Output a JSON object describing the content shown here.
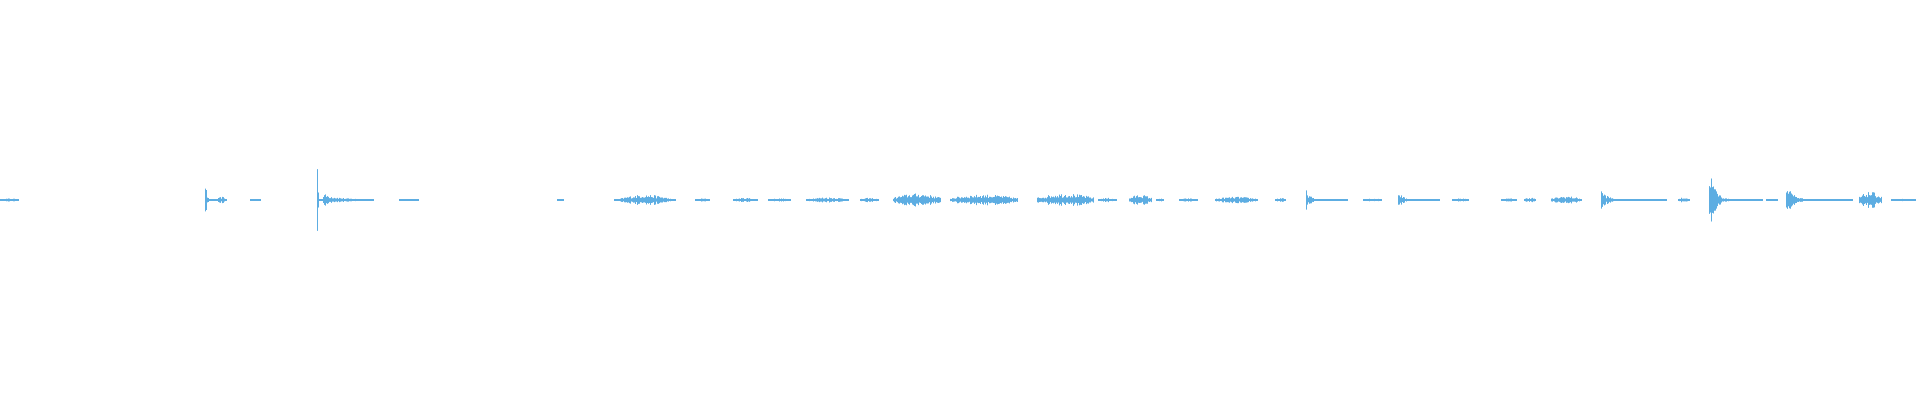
{
  "waveform": {
    "color": "#5dade2",
    "background": "#ffffff",
    "segments": [
      {
        "start": 0.0,
        "end": 0.01,
        "amp": 0.03
      },
      {
        "start": 0.107,
        "end": 0.113,
        "amp": 0.45,
        "transient": true
      },
      {
        "start": 0.113,
        "end": 0.118,
        "amp": 0.06
      },
      {
        "start": 0.13,
        "end": 0.136,
        "amp": 0.02
      },
      {
        "start": 0.165,
        "end": 0.168,
        "amp": 1.0,
        "transient": true
      },
      {
        "start": 0.168,
        "end": 0.195,
        "amp": 0.12,
        "decay": true
      },
      {
        "start": 0.208,
        "end": 0.218,
        "amp": 0.02
      },
      {
        "start": 0.29,
        "end": 0.294,
        "amp": 0.02
      },
      {
        "start": 0.32,
        "end": 0.352,
        "amp": 0.1,
        "swell": true
      },
      {
        "start": 0.362,
        "end": 0.37,
        "amp": 0.03
      },
      {
        "start": 0.382,
        "end": 0.395,
        "amp": 0.04
      },
      {
        "start": 0.4,
        "end": 0.412,
        "amp": 0.03
      },
      {
        "start": 0.42,
        "end": 0.442,
        "amp": 0.05
      },
      {
        "start": 0.448,
        "end": 0.458,
        "amp": 0.04
      },
      {
        "start": 0.465,
        "end": 0.49,
        "amp": 0.12
      },
      {
        "start": 0.495,
        "end": 0.53,
        "amp": 0.1
      },
      {
        "start": 0.54,
        "end": 0.57,
        "amp": 0.12
      },
      {
        "start": 0.572,
        "end": 0.582,
        "amp": 0.04
      },
      {
        "start": 0.588,
        "end": 0.6,
        "amp": 0.1
      },
      {
        "start": 0.602,
        "end": 0.606,
        "amp": 0.03
      },
      {
        "start": 0.614,
        "end": 0.624,
        "amp": 0.03
      },
      {
        "start": 0.633,
        "end": 0.655,
        "amp": 0.06
      },
      {
        "start": 0.664,
        "end": 0.67,
        "amp": 0.04
      },
      {
        "start": 0.68,
        "end": 0.702,
        "amp": 0.18,
        "transient": true
      },
      {
        "start": 0.71,
        "end": 0.72,
        "amp": 0.03
      },
      {
        "start": 0.728,
        "end": 0.75,
        "amp": 0.18,
        "transient": true
      },
      {
        "start": 0.756,
        "end": 0.765,
        "amp": 0.03
      },
      {
        "start": 0.782,
        "end": 0.79,
        "amp": 0.03
      },
      {
        "start": 0.794,
        "end": 0.8,
        "amp": 0.05
      },
      {
        "start": 0.808,
        "end": 0.824,
        "amp": 0.07
      },
      {
        "start": 0.834,
        "end": 0.868,
        "amp": 0.18,
        "transient": true
      },
      {
        "start": 0.874,
        "end": 0.88,
        "amp": 0.05
      },
      {
        "start": 0.89,
        "end": 0.918,
        "amp": 0.6,
        "transient": true
      },
      {
        "start": 0.92,
        "end": 0.926,
        "amp": 0.02
      },
      {
        "start": 0.93,
        "end": 0.965,
        "amp": 0.3,
        "transient": true
      },
      {
        "start": 0.968,
        "end": 0.98,
        "amp": 0.15
      },
      {
        "start": 0.985,
        "end": 0.998,
        "amp": 0.02
      }
    ]
  }
}
